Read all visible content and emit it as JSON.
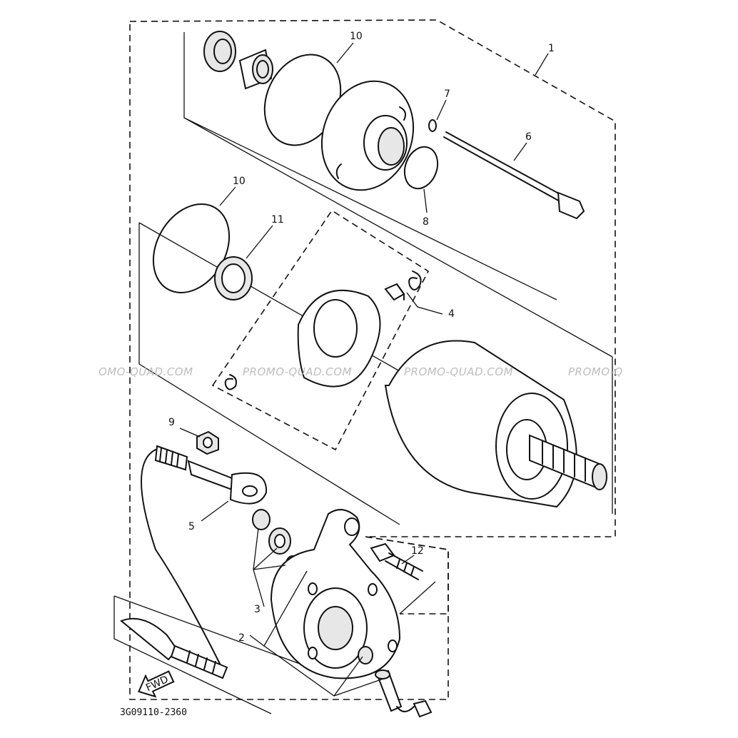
{
  "labels": {
    "p1": "1",
    "p2": "2",
    "p3": "3",
    "p4": "4",
    "p5": "5",
    "p6": "6",
    "p7": "7",
    "p8": "8",
    "p9": "9",
    "p10a": "10",
    "p10b": "10",
    "p11": "11",
    "p12": "12"
  },
  "watermarks": [
    "OMO-QUAD.COM",
    "PROMO-QUAD.COM",
    "PROMO-QUAD.COM",
    "PROMO-Q"
  ],
  "fwd_label": "FWD",
  "diagram_code": "3G09110-2360"
}
